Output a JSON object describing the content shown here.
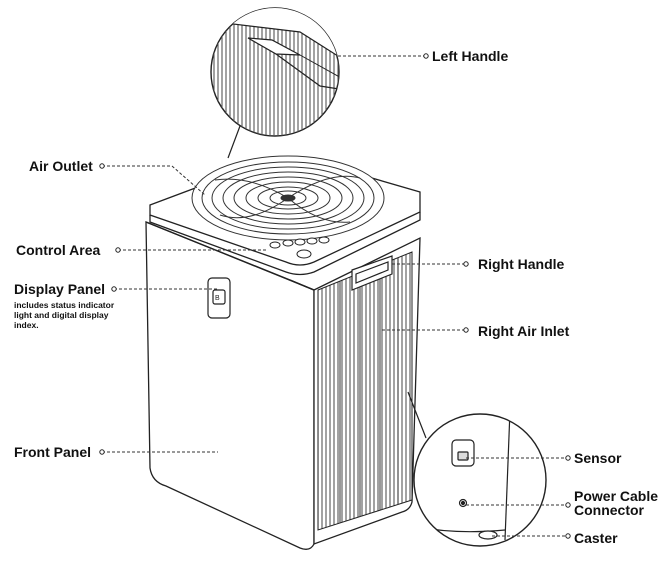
{
  "labels": {
    "left_handle": "Left Handle",
    "air_outlet": "Air Outlet",
    "control_area": "Control Area",
    "display_panel": "Display Panel",
    "display_panel_desc": "includes status indicator light and digital display index.",
    "front_panel": "Front Panel",
    "right_handle": "Right Handle",
    "right_air_inlet": "Right Air Inlet",
    "sensor": "Sensor",
    "power_cable_connector_line1": "Power Cable",
    "power_cable_connector_line2": "Connector",
    "caster": "Caster"
  }
}
